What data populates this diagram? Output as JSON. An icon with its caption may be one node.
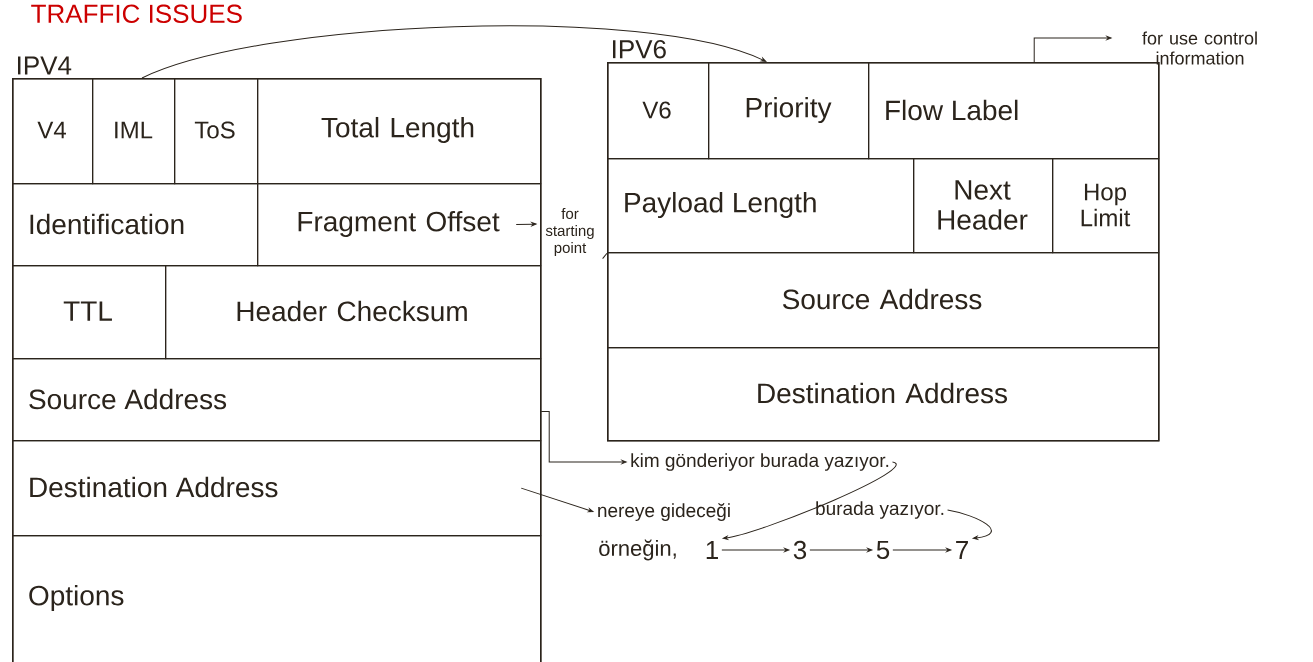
{
  "diagram": {
    "title": "TRAFFIC ISSUES",
    "nodes": [
      {
        "text": [
          "IPV4"
        ]
      },
      {
        "text": [
          "V4"
        ],
        "in": 0
      },
      {
        "text": [
          "IML"
        ],
        "in": 0
      },
      {
        "text": [
          "ToS"
        ],
        "in": 0
      },
      {
        "text": [
          "Total Length"
        ],
        "in": 0
      },
      {
        "text": [
          "Identification"
        ],
        "in": 0
      },
      {
        "text": [
          "Fragment Offset"
        ],
        "in": 0
      },
      {
        "text": [
          "TTL"
        ],
        "in": 0
      },
      {
        "text": [
          "Header Checksum"
        ],
        "in": 0
      },
      {
        "text": [
          "Source Address"
        ],
        "in": 0
      },
      {
        "text": [
          "Destination Address"
        ],
        "in": 0
      },
      {
        "text": [
          "Options"
        ],
        "in": 0
      },
      {
        "text": [
          "IPV6"
        ]
      },
      {
        "text": [
          "V6"
        ],
        "in": 12
      },
      {
        "text": [
          "Priority"
        ],
        "in": 12
      },
      {
        "text": [
          "Flow Label"
        ],
        "in": 12
      },
      {
        "text": [
          "Payload Length"
        ],
        "in": 12
      },
      {
        "text": [
          "Next Header"
        ],
        "in": 12
      },
      {
        "text": [
          "Hop Limit"
        ],
        "in": 12
      },
      {
        "text": [
          "Source Address"
        ],
        "in": 12
      },
      {
        "text": [
          "Destination Address"
        ],
        "in": 12
      },
      {
        "text": [
          "for use control information"
        ]
      },
      {
        "text": [
          "for starting point"
        ]
      },
      {
        "text": [
          "kim gönderiyor burada yazıyor."
        ]
      },
      {
        "text": [
          "nereye gideceği"
        ]
      },
      {
        "text": [
          "burada yazıyor."
        ]
      },
      {
        "text": [
          "1"
        ]
      },
      {
        "text": [
          "3"
        ]
      },
      {
        "text": [
          "5"
        ]
      },
      {
        "text": [
          "7"
        ]
      }
    ],
    "edges": [
      {
        "from": 0,
        "to": 12,
        "arrow": "to"
      },
      {
        "from": 6,
        "to": 22,
        "arrow": "to"
      },
      {
        "from": 22,
        "to": 16,
        "arrow": "none"
      },
      {
        "from": 15,
        "to": 21,
        "arrow": "to"
      },
      {
        "from": 9,
        "to": 23,
        "arrow": "to"
      },
      {
        "from": 10,
        "to": 24,
        "arrow": "to"
      },
      {
        "from": 23,
        "to": 26,
        "arrow": "to"
      },
      {
        "from": 25,
        "to": 29,
        "arrow": "to"
      },
      {
        "from": 26,
        "to": 27,
        "arrow": "to"
      },
      {
        "from": 27,
        "to": 28,
        "arrow": "to"
      },
      {
        "from": 28,
        "to": 29,
        "arrow": "to"
      }
    ],
    "labels": [
      "örneğin,"
    ]
  }
}
